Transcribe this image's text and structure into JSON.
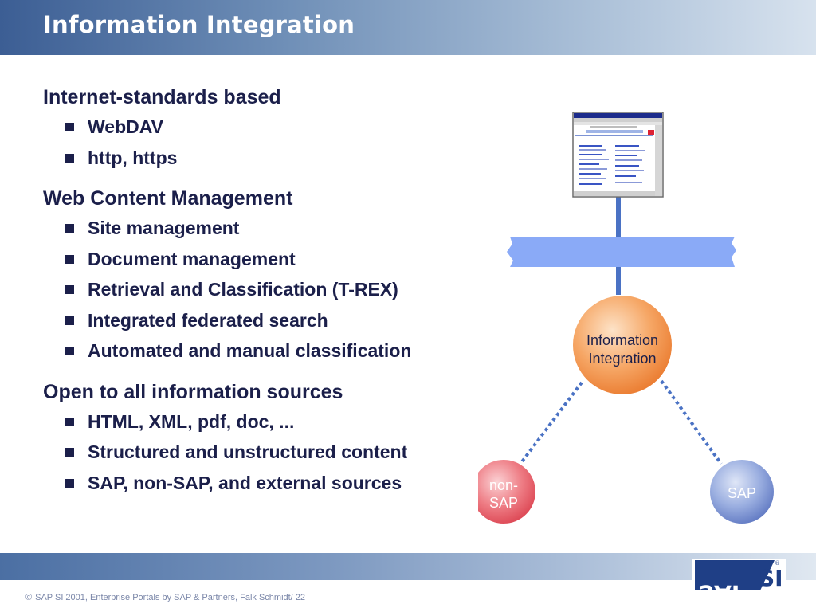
{
  "header": {
    "title": "Information Integration"
  },
  "sections": [
    {
      "title": "Internet-standards based",
      "bold": true,
      "items": [
        "WebDAV",
        "http, https"
      ]
    },
    {
      "title": "Web Content Management",
      "bold": false,
      "items": [
        "Site management",
        "Document management",
        "Retrieval and Classification (T-REX)",
        "Integrated federated search",
        "Automated and manual classification"
      ]
    },
    {
      "title": "Open to all information sources",
      "bold": false,
      "items": [
        "HTML, XML, pdf, doc, ...",
        "Structured and unstructured content",
        "SAP, non-SAP, and external sources"
      ]
    }
  ],
  "diagram": {
    "center_node": {
      "line1": "Information",
      "line2": "Integration"
    },
    "left_node": {
      "line1": "non-",
      "line2": "SAP"
    },
    "right_node": {
      "label": "SAP"
    }
  },
  "footer": {
    "copyright_symbol": "©",
    "text": "SAP SI  2001, Enterprise Portals by SAP & Partners, Falk Schmidt/ 22"
  },
  "logo": {
    "text": "SAP SI",
    "trademark": "®"
  },
  "colors": {
    "text": "#1b1f4a",
    "center_node": "#f0883e",
    "left_node": "#e8535e",
    "right_node": "#6f86c9",
    "band": "#8aaaf7",
    "connector": "#4a72c4"
  }
}
